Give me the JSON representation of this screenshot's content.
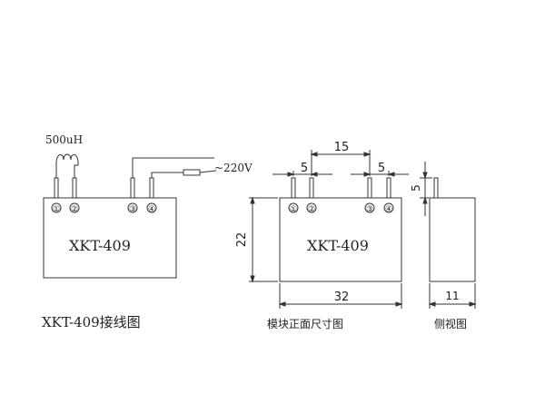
{
  "wiring": {
    "inductor_label": "500uH",
    "voltage_label": "~220V",
    "module_label": "XKT-409",
    "pins": [
      "①",
      "②",
      "③",
      "④"
    ],
    "caption": "XKT-409接线图"
  },
  "front_view": {
    "module_label": "XKT-409",
    "pins": [
      "①",
      "②",
      "③",
      "④"
    ],
    "dim_pin_spacing_left": "5",
    "dim_pin_spacing_right": "5",
    "dim_center_spacing": "15",
    "dim_height": "22",
    "dim_width": "32",
    "caption": "模块正面尺寸图"
  },
  "side_view": {
    "dim_pin_length": "5",
    "dim_thickness": "11",
    "caption": "侧视图"
  }
}
